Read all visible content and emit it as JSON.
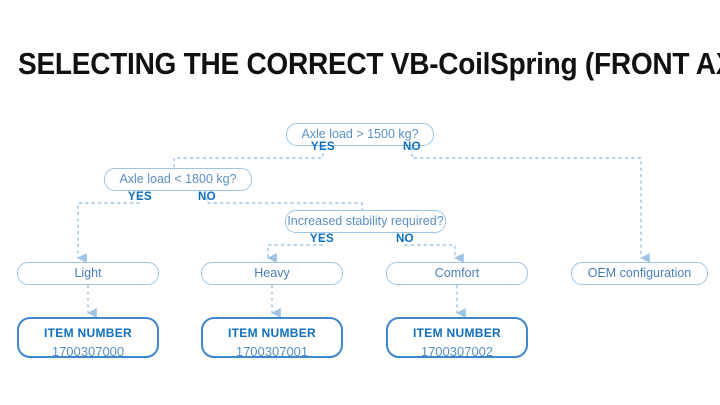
{
  "page": {
    "title": "SELECTING THE CORRECT VB-CoilSpring (FRONT AXLE)",
    "background_color": "#ffffff",
    "title_color": "#111111"
  },
  "colors": {
    "node_border": "#9ec4e4",
    "node_text": "#5a8fc2",
    "branch_label": "#0d6ebd",
    "item_border": "#3f87cc",
    "item_title": "#0d6ebd",
    "item_number": "#5a8fc2",
    "connector": "#9ec4e4"
  },
  "flowchart": {
    "type": "decision-tree",
    "decisions": [
      {
        "id": "d1",
        "label": "Axle load > 1500 kg?",
        "yes_label": "YES",
        "no_label": "NO",
        "yes_target": "d2",
        "no_target": "r4"
      },
      {
        "id": "d2",
        "label": "Axle load < 1800 kg?",
        "yes_label": "YES",
        "no_label": "NO",
        "yes_target": "r1",
        "no_target": "d3"
      },
      {
        "id": "d3",
        "label": "Increased stability required?",
        "yes_label": "YES",
        "no_label": "NO",
        "yes_target": "r2",
        "no_target": "r3"
      }
    ],
    "results": [
      {
        "id": "r1",
        "label": "Light"
      },
      {
        "id": "r2",
        "label": "Heavy"
      },
      {
        "id": "r3",
        "label": "Comfort"
      },
      {
        "id": "r4",
        "label": "OEM configuration"
      }
    ],
    "items": [
      {
        "id": "i1",
        "title": "ITEM NUMBER",
        "number": "1700307000",
        "from": "r1"
      },
      {
        "id": "i2",
        "title": "ITEM NUMBER",
        "number": "1700307001",
        "from": "r2"
      },
      {
        "id": "i3",
        "title": "ITEM NUMBER",
        "number": "1700307002",
        "from": "r3"
      }
    ]
  }
}
